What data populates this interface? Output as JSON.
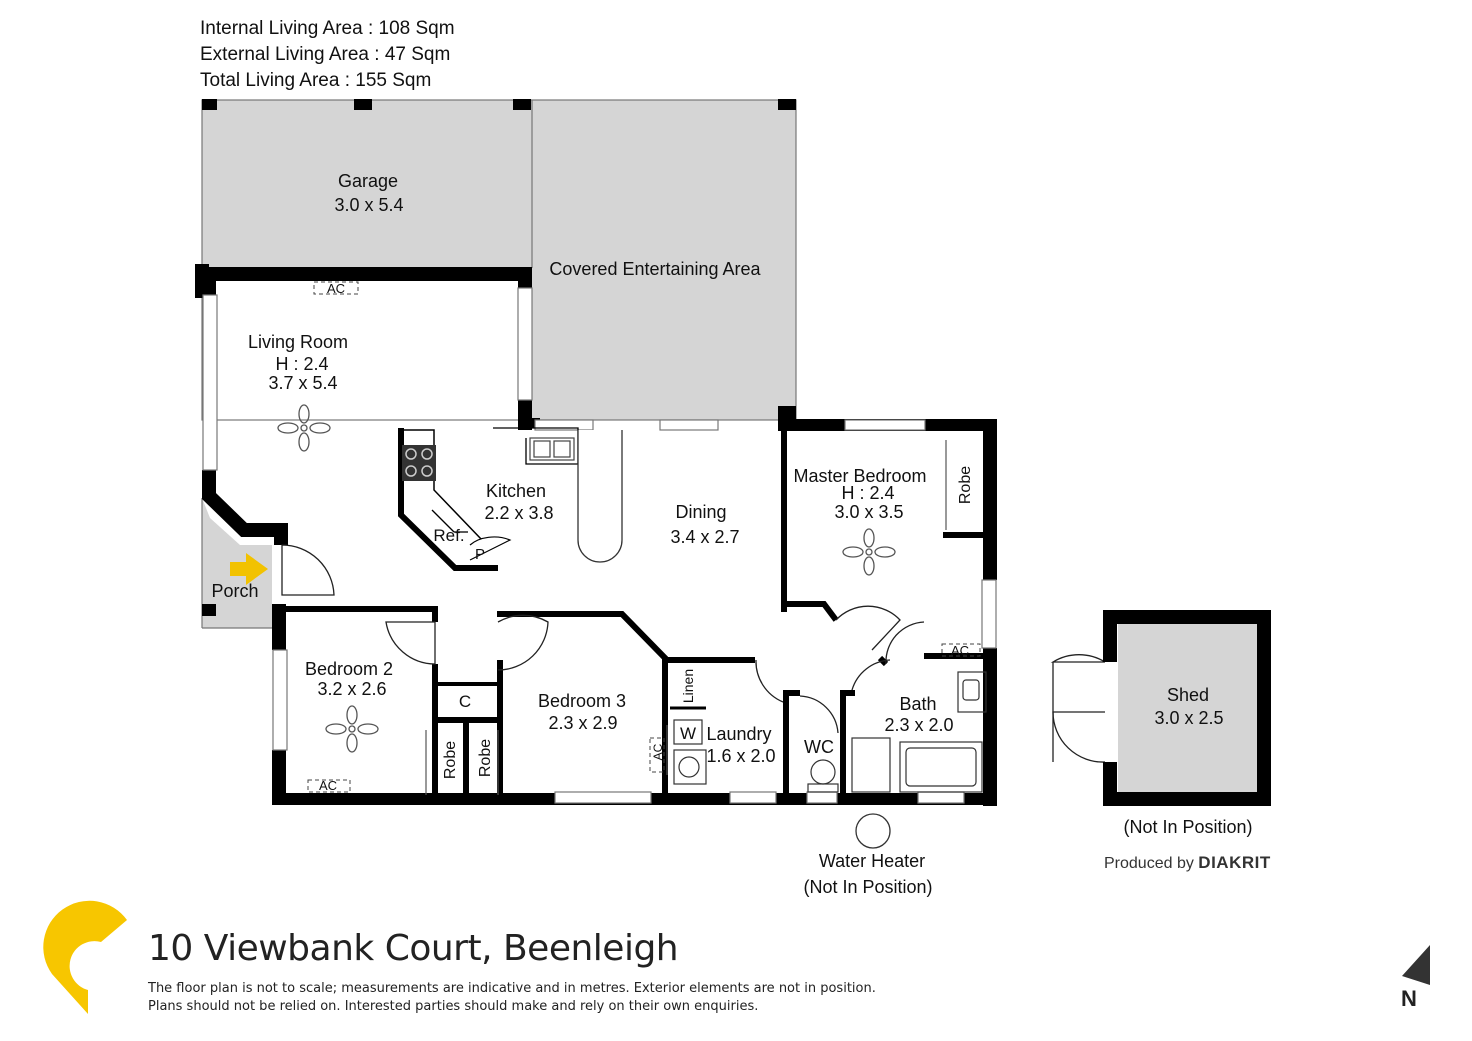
{
  "areas": {
    "internal": "Internal Living Area : 108 Sqm",
    "external": "External Living Area : 47 Sqm",
    "total": "Total Living Area : 155 Sqm"
  },
  "rooms": {
    "garage": {
      "name": "Garage",
      "size": "3.0 x 5.4"
    },
    "covered": {
      "name": "Covered Entertaining Area"
    },
    "living": {
      "name": "Living Room",
      "height": "H : 2.4",
      "size": "3.7 x 5.4"
    },
    "kitchen": {
      "name": "Kitchen",
      "size": "2.2 x 3.8"
    },
    "dining": {
      "name": "Dining",
      "size": "3.4 x 2.7"
    },
    "master": {
      "name": "Master Bedroom",
      "height": "H : 2.4",
      "size": "3.0 x 3.5"
    },
    "porch": {
      "name": "Porch"
    },
    "bedroom2": {
      "name": "Bedroom 2",
      "size": "3.2 x 2.6"
    },
    "bedroom3": {
      "name": "Bedroom 3",
      "size": "2.3 x 2.9"
    },
    "laundry": {
      "name": "Laundry",
      "size": "1.6 x 2.0"
    },
    "wc": {
      "name": "WC"
    },
    "bath": {
      "name": "Bath",
      "size": "2.3 x 2.0"
    },
    "shed": {
      "name": "Shed",
      "size": "3.0 x 2.5",
      "note": "(Not In Position)"
    }
  },
  "fixtures": {
    "ac": "AC",
    "ref": "Ref.",
    "pantry": "P",
    "linen": "Linen",
    "robe": "Robe",
    "cupboard": "C",
    "washer": "W"
  },
  "water_heater": {
    "label": "Water Heater",
    "note": "(Not In Position)"
  },
  "produced_by": {
    "prefix": "Produced by",
    "brand": "DIAKRIT"
  },
  "footer": {
    "address": "10 Viewbank Court, Beenleigh",
    "disclaimer_1": "The floor plan is not to scale; measurements are indicative and in metres. Exterior elements are not in position.",
    "disclaimer_2": "Plans should not be relied on. Interested parties should make and rely on their own enquiries."
  },
  "north": "N",
  "colors": {
    "wall": "#000000",
    "outdoor": "#d5d5d5",
    "brand": "#f7c600",
    "arrow": "#f2c200"
  },
  "icons": [
    "ceiling-fan-icon",
    "cooktop-icon",
    "sink-icon",
    "toilet-icon",
    "bathtub-icon",
    "north-arrow-icon",
    "brand-logo-icon",
    "entry-arrow-icon"
  ]
}
